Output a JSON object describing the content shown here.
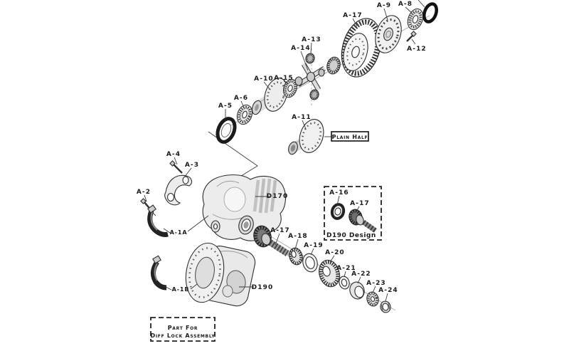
{
  "diagram": {
    "background": "#ffffff",
    "ink": "#1a1a1a",
    "assembly_callouts": {
      "a1a": "A-1A",
      "a1b": "A-1B",
      "a2": "A-2",
      "a3": "A-3",
      "a4": "A-4",
      "a5": "A-5",
      "a6": "A-6",
      "a8": "A-8",
      "a9": "A-9",
      "a10": "A-10",
      "a11": "A-11",
      "a12": "A-12",
      "a13": "A-13",
      "a14": "A-14",
      "a15": "A-15",
      "a16": "A-16",
      "a17_ring_gear": "A-17",
      "a17_pinion_d190": "A-17",
      "a17_pinion": "A-17",
      "a18": "A-18",
      "a19": "A-19",
      "a20": "A-20",
      "a21": "A-21",
      "a22": "A-22",
      "a23": "A-23",
      "a24": "A-24"
    },
    "housing_labels": {
      "d170": "D170",
      "d190": "D190"
    },
    "annotations": {
      "plain_half": "Plain Half",
      "d190_design": "D190 Design",
      "diff_lock_note_line1": "Part For",
      "diff_lock_note_line2": "Diff Lock Assembly"
    }
  }
}
